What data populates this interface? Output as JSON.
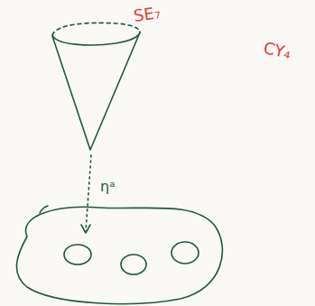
{
  "diagram": {
    "labels": [
      "SE₇",
      "CY₄",
      "ηᵃ"
    ]
  }
}
